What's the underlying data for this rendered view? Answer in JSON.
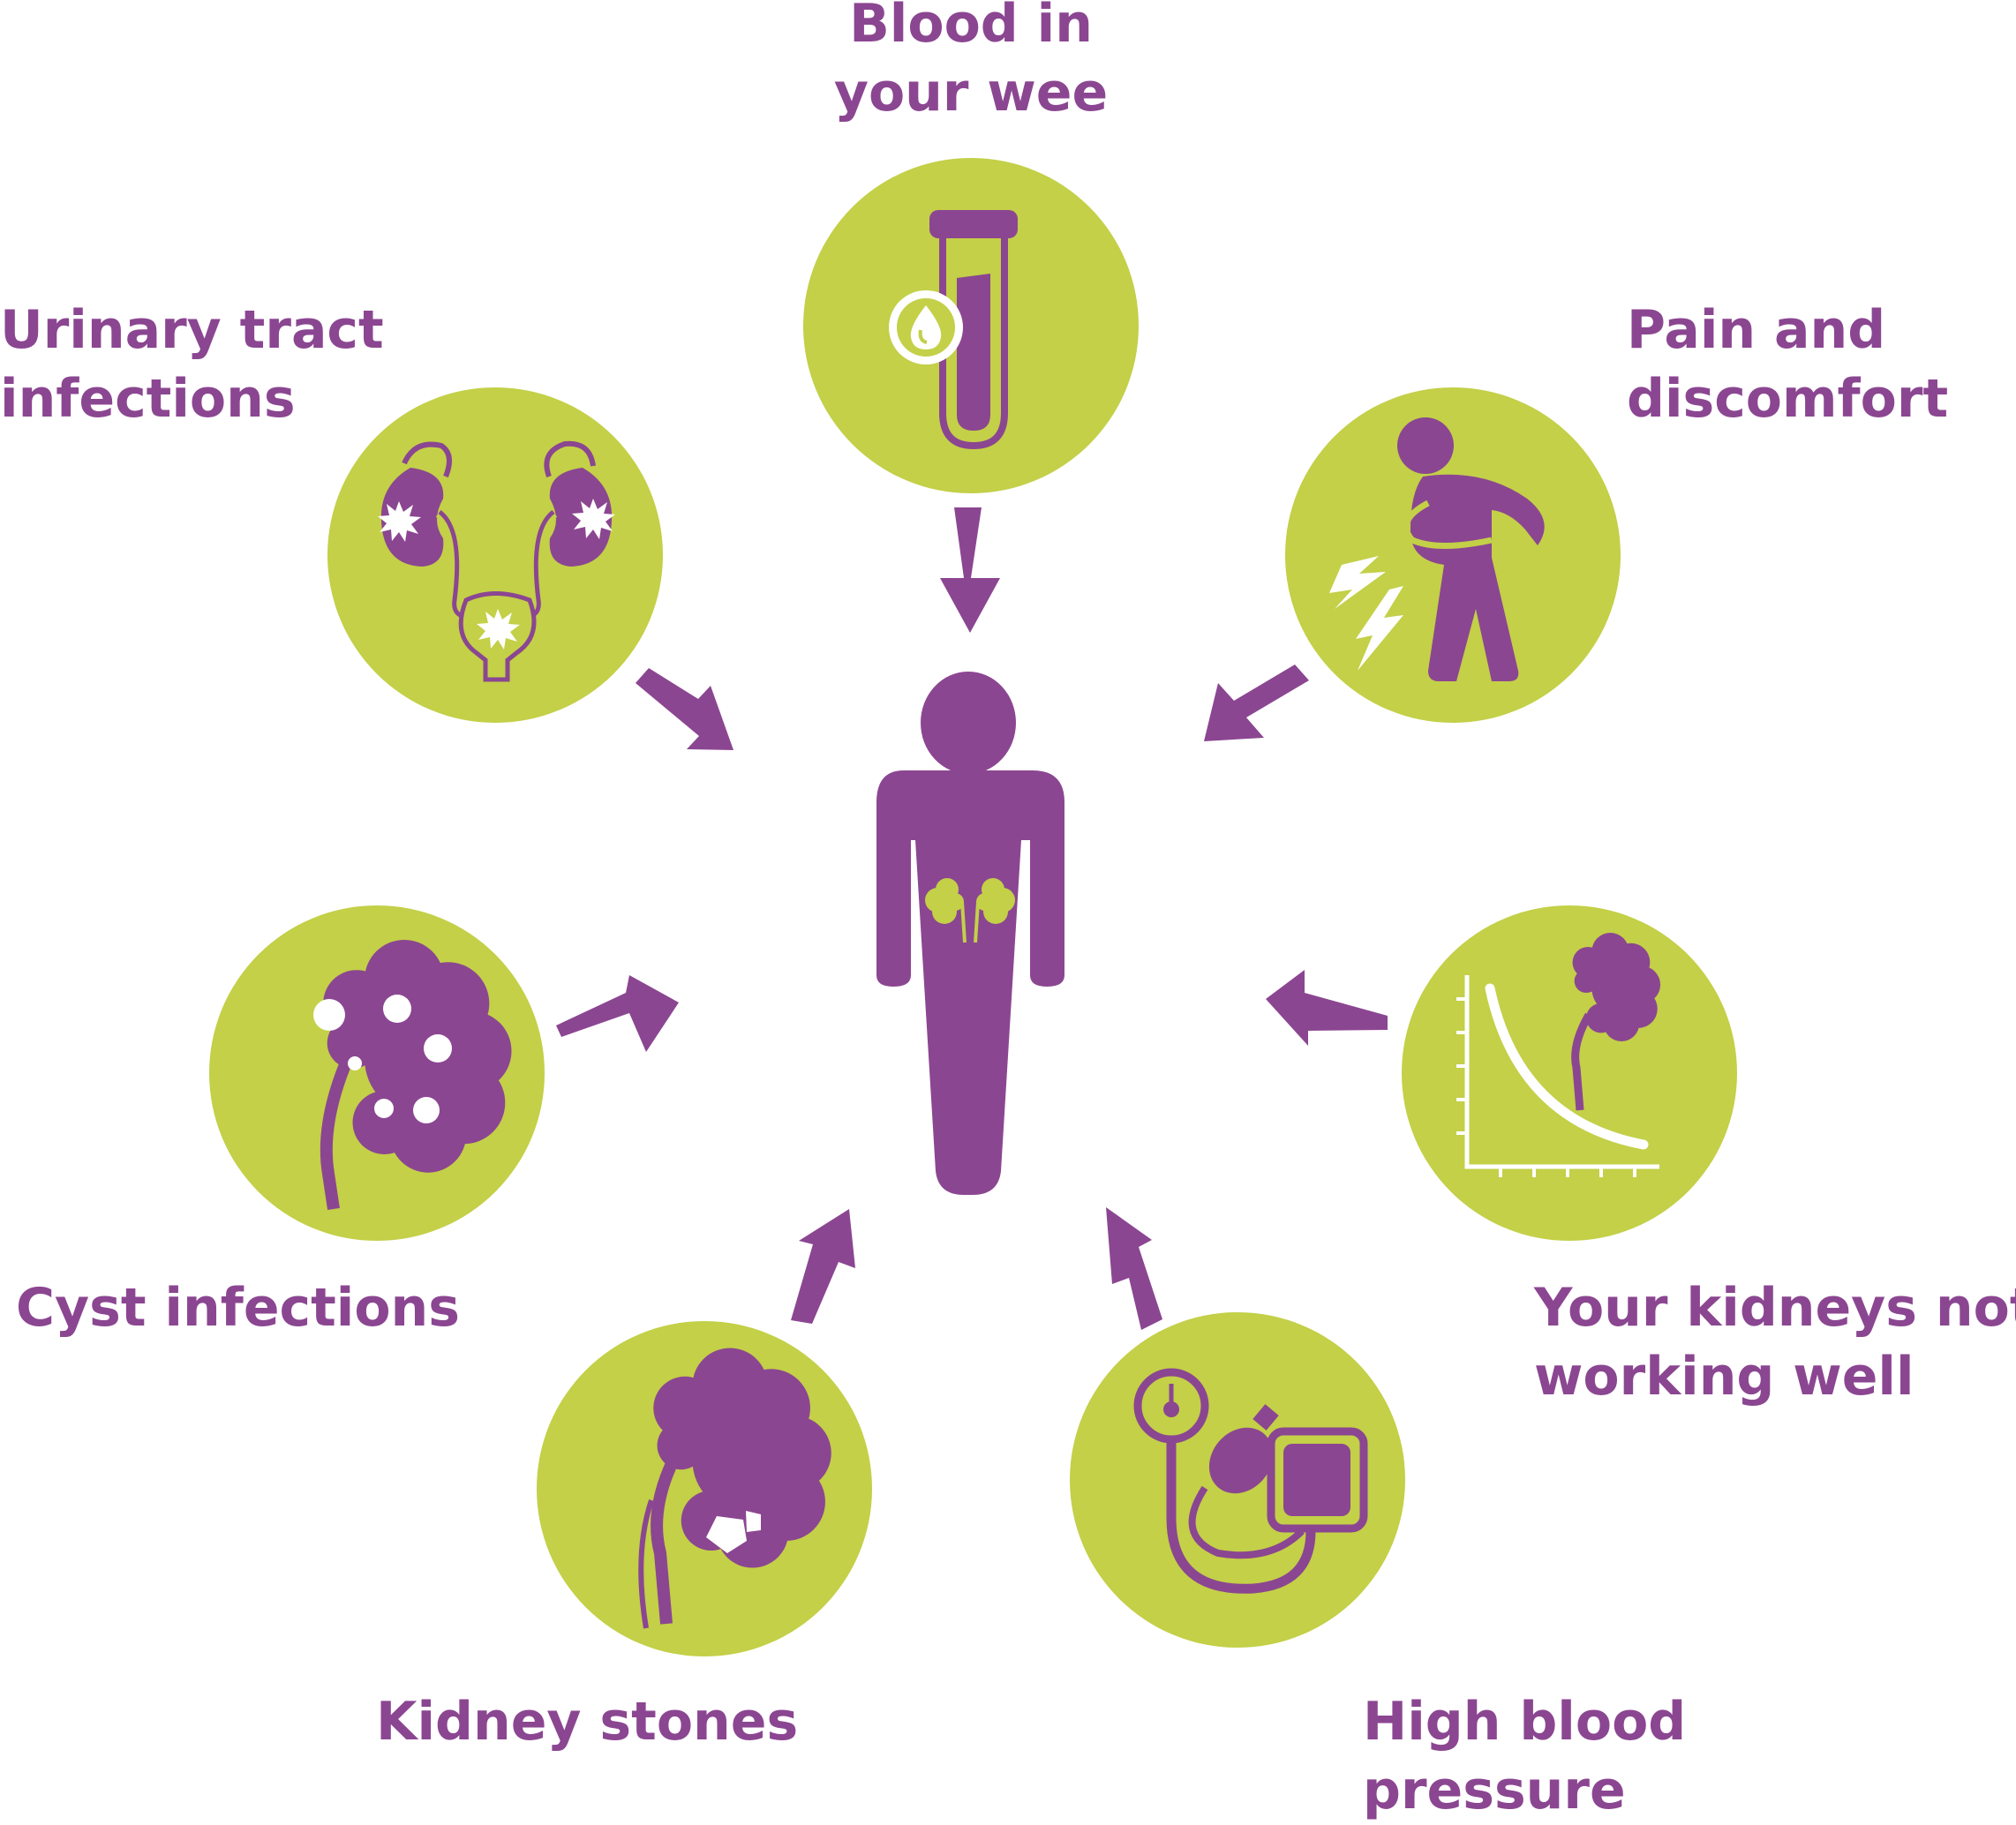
{
  "colors": {
    "purple": "#8b4691",
    "green": "#c3d048",
    "white": "#ffffff"
  },
  "center": {
    "icon": "person-with-kidneys-icon"
  },
  "symptoms": [
    {
      "id": "blood",
      "lines": [
        "Blood in",
        "your wee"
      ],
      "icon": "test-tube-blood-drop-icon"
    },
    {
      "id": "pain",
      "lines": [
        "Pain and",
        "discomfort"
      ],
      "icon": "person-in-pain-icon"
    },
    {
      "id": "kidney-function",
      "lines": [
        "Your kidneys not",
        "working well"
      ],
      "icon": "declining-kidney-function-chart-icon"
    },
    {
      "id": "blood-pressure",
      "lines": [
        "High blood",
        "pressure"
      ],
      "icon": "blood-pressure-monitor-icon"
    },
    {
      "id": "stones",
      "lines": [
        "Kidney stones"
      ],
      "icon": "kidney-with-stones-icon"
    },
    {
      "id": "cyst",
      "lines": [
        "Cyst infections"
      ],
      "icon": "cystic-kidney-icon"
    },
    {
      "id": "uti",
      "lines": [
        "Urinary tract",
        "infections"
      ],
      "icon": "urinary-tract-infection-icon"
    }
  ]
}
